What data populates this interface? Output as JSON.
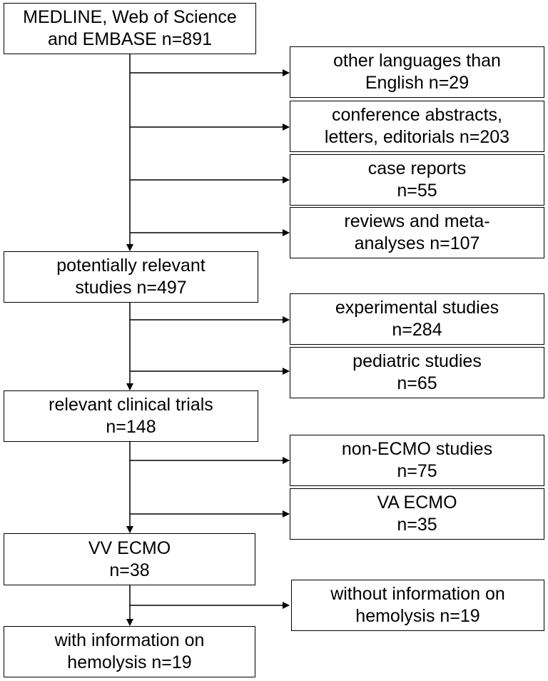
{
  "main_boxes": [
    {
      "line1": "MEDLINE, Web of Science",
      "line2": "and EMBASE n=891"
    },
    {
      "line1": "potentially relevant",
      "line2": "studies n=497"
    },
    {
      "line1": "relevant clinical trials",
      "line2": "n=148"
    },
    {
      "line1": "VV ECMO",
      "line2": "n=38"
    },
    {
      "line1": "with information on",
      "line2": "hemolysis n=19"
    }
  ],
  "exclusion_boxes": [
    {
      "line1": "other languages than",
      "line2": "English n=29"
    },
    {
      "line1": "conference abstracts,",
      "line2": "letters, editorials n=203"
    },
    {
      "line1": "case reports",
      "line2": "n=55"
    },
    {
      "line1": "reviews and meta-",
      "line2": "analyses n=107"
    },
    {
      "line1": "experimental studies",
      "line2": "n=284"
    },
    {
      "line1": "pediatric studies",
      "line2": "n=65"
    },
    {
      "line1": "non-ECMO studies",
      "line2": "n=75"
    },
    {
      "line1": "VA ECMO",
      "line2": "n=35"
    },
    {
      "line1": "without information on",
      "line2": "hemolysis n=19"
    }
  ]
}
